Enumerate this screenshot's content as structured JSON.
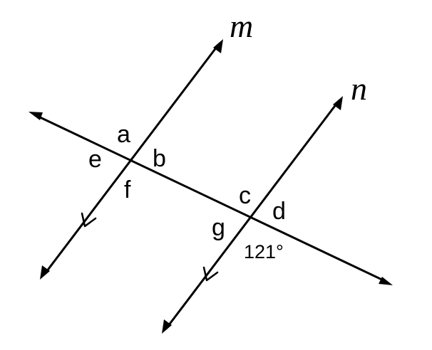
{
  "lines": {
    "m": "m",
    "n": "n"
  },
  "angles": {
    "a": "a",
    "b": "b",
    "c": "c",
    "d": "d",
    "e": "e",
    "f": "f",
    "g": "g"
  },
  "given_angle": "121°"
}
